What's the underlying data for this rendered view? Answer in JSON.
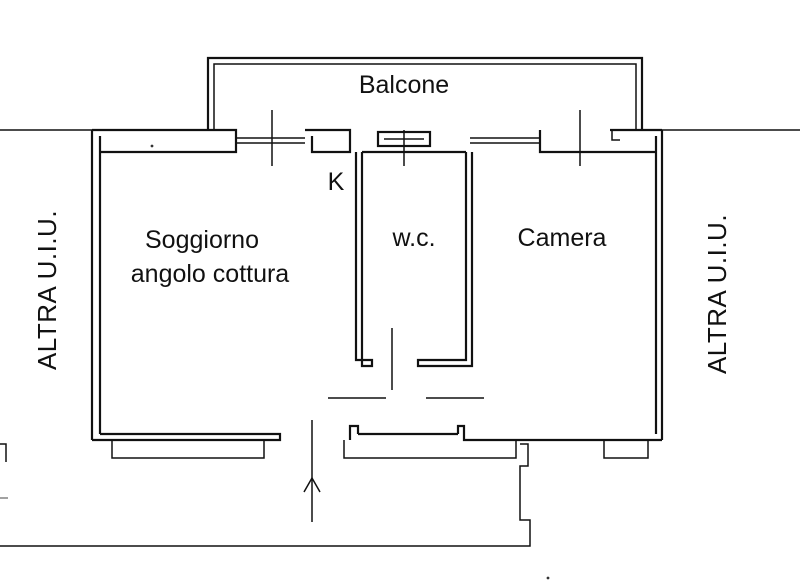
{
  "plan": {
    "labels": {
      "balcony": "Balcone",
      "kitchen_mark": "K",
      "living_line1": "Soggiorno",
      "living_line2": "angolo cottura",
      "wc": "w.c.",
      "bedroom": "Camera",
      "other_unit_left": "ALTRA U.I.U.",
      "other_unit_right": "ALTRA U.I.U."
    }
  }
}
